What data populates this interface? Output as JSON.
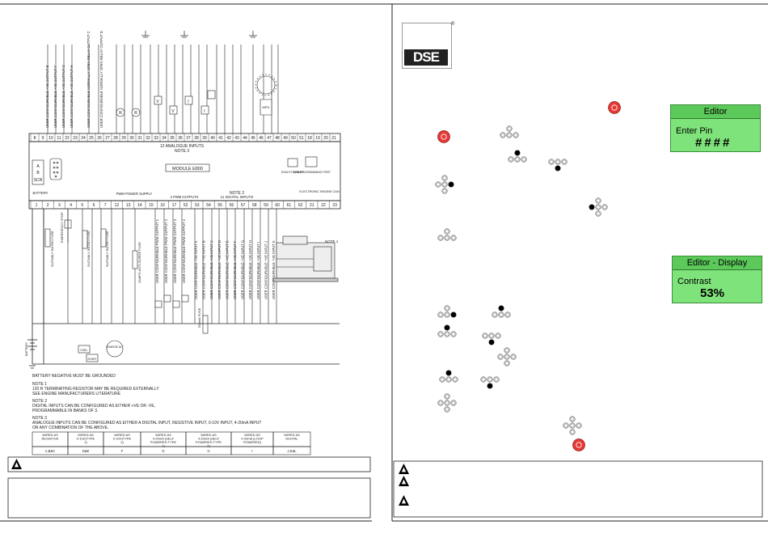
{
  "brand": {
    "logo_text": "DSE",
    "registered": "®"
  },
  "lcd_screens": [
    {
      "title": "Editor",
      "line1": "Enter Pin",
      "line2": "####"
    },
    {
      "title": "Editor - Display",
      "line1": "Contrast",
      "line2": "53%"
    }
  ],
  "schematic": {
    "module_label": "MODULE E800",
    "note3_label": "NOTE 3",
    "note2_label": "NOTE 2",
    "note1_label": "NOTE 1",
    "analogue_header": "12 ANALOGUE INPUTS",
    "digital_header": "11 DIGITAL INPUTS",
    "pwm_supply_header": "PWM POWER SUPPLY",
    "pwm_outputs_header": "4 PWM OUTPUTS",
    "battery_label": "BATTERY",
    "emergency_stop": "EMERGENCY STOP",
    "charge_alt": "CHARGE ALT",
    "fuel": "FUEL",
    "start": "START",
    "mpu": "MPU",
    "ethernet": "RJ45 ETHERNET",
    "programming_port": "USB PROGRAMMING PORT",
    "ecu": "ELECTRONIC ENGINE CAN",
    "top_outputs": [
      "USER CONFIGURABLE +VE OUTPUT E",
      "USER CONFIGURABLE +VE OUTPUT F",
      "USER CONFIGURABLE +VE OUTPUT G",
      "USER CONFIGURABLE +VE OUTPUT H"
    ],
    "relay_outputs": [
      "USER CONFIGURABLE NORMALLY OPEN RELAY OUTPUT C",
      "USER CONFIGURABLE NORMALLY OPEN RELAY OUTPUT D"
    ],
    "pwm_outputs": [
      "USER CONFIGURABLE PWM OUTPUT 1",
      "USER CONFIGURABLE PWM OUTPUT 2",
      "USER CONFIGURABLE PWM OUTPUT 3",
      "USER CONFIGURABLE PWM OUTPUT 4"
    ],
    "digital_inputs": [
      "USER CONFIGURABLE +VE INPUT A",
      "USER CONFIGURABLE +VE INPUT B",
      "USER CONFIGURABLE +VE INPUT C",
      "USER CONFIGURABLE +VE INPUT D",
      "USER CONFIGURABLE +VE INPUT E",
      "USER CONFIGURABLE +VE INPUT F",
      "USER CONFIGURABLE +VE INPUT G",
      "USER CONFIGURABLE +VE INPUT H",
      "USER CONFIGURABLE +VE INPUT I",
      "USER CONFIGURABLE +VE INPUT J",
      "USER CONFIGURABLE +VE INPUT K"
    ],
    "fuse_labels": [
      "SUITABLY RATED FUSE",
      "SUITABLY RATED FUSE",
      "SUITABLY RATED FUSE",
      "2AMPS ANTI-SURGE FUSE",
      "500mA FUSE"
    ],
    "ground_note": "BATTERY NEGATIVE MUST BE GROUNDED",
    "notes": [
      "NOTE 1",
      "120 R TERMINATING RESISTOR MAY BE REQUIRED EXTERNALLY",
      "SEE ENGINE MANUFACTURERS LITERATURE",
      "NOTE 2",
      "DIGITAL INPUTS CAN BE CONFIGURED AS EITHER +VE OR -VE,",
      "PROGRAMMABLE IN BANKS OF 3.",
      "NOTE 3",
      "ANALOGUE INPUTS CAN BE CONFIGURED AS EITHER A DIGITAL INPUT, RESISTIVE INPUT, 0-10V INPUT, 4-20mA INPUT",
      "OR ANY COMBINATION OF THE ABOVE."
    ],
    "wiring_table": {
      "headers": [
        "WIRED AS RESISTIVE",
        "WIRED AS 0-10V(TYPE 1)",
        "WIRED AS 0-10V(TYPE 2)",
        "WIRED AS 4-20mA (SELF POWERED TYPE 1)",
        "WIRED AS 4-20mA (SELF POWERED TYPE 2)",
        "WIRED AS 4-20mA (LOOP POWERED)",
        "WIRED AS DIGITAL"
      ],
      "values": [
        "A,B&C",
        "D&E",
        "F",
        "G",
        "H",
        "I",
        "J,K&L"
      ]
    }
  }
}
